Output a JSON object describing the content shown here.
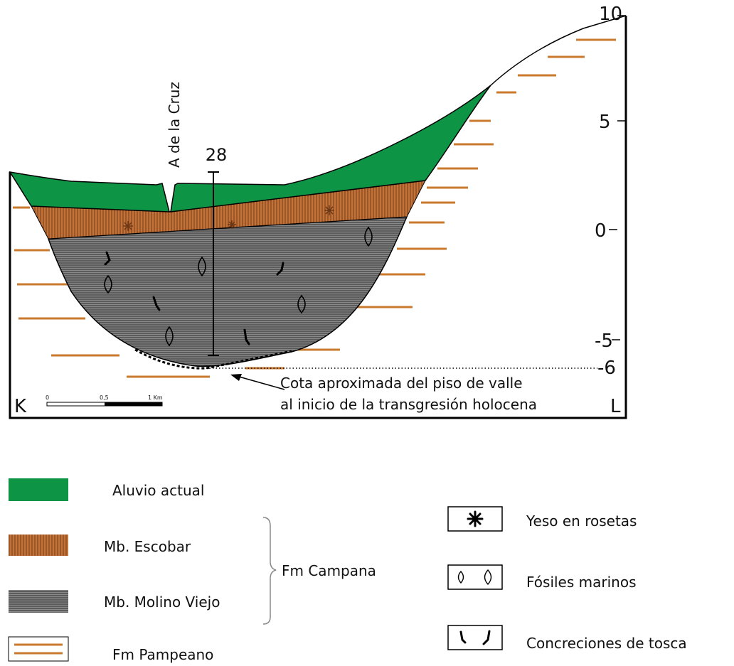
{
  "section": {
    "left_letter": "K",
    "right_letter": "L",
    "well_number": "28",
    "well_name": "A de la Cruz",
    "valley_floor_note_line1": "Cota aproximada  del piso de valle",
    "valley_floor_note_line2": "al inicio de la transgresión holocena",
    "elevation_ticks": [
      "10",
      "5",
      "0",
      "-5",
      "-6"
    ],
    "scale_labels": [
      "0",
      "0,5",
      "1 Km"
    ]
  },
  "legend": {
    "aluvio": "Aluvio actual",
    "escobar": "Mb. Escobar",
    "molino": "Mb. Molino Viejo",
    "pampeano": "Fm Pampeano",
    "campana": "Fm Campana",
    "yeso": "Yeso en rosetas",
    "fosiles": "Fósiles marinos",
    "concreciones": "Concreciones de tosca"
  },
  "colors": {
    "aluvio": "#0d9444",
    "escobar": "#b06330",
    "molino": "#5d5d5d",
    "pampeano_line": "#c97a2e"
  }
}
